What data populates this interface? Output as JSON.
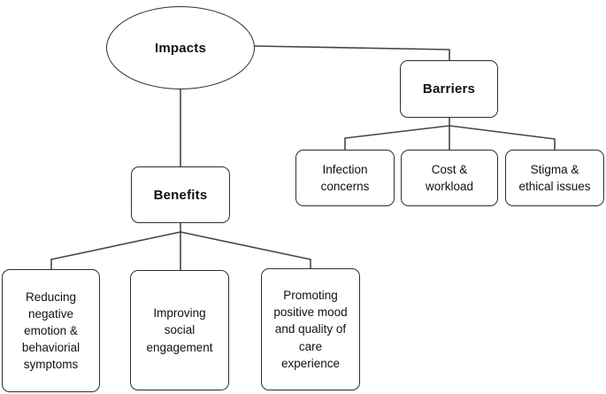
{
  "colors": {
    "background": "#ffffff",
    "node_fill": "#ffffff",
    "node_border": "#2e2e2e",
    "connector": "#454545",
    "text": "#111111"
  },
  "nodes": {
    "impacts": {
      "label": "Impacts"
    },
    "benefits": {
      "label": "Benefits"
    },
    "barriers": {
      "label": "Barriers"
    },
    "infection_concerns": {
      "label": "Infection concerns"
    },
    "cost_workload": {
      "label": "Cost & workload"
    },
    "stigma_ethical": {
      "label": "Stigma & ethical issues"
    },
    "reducing_negative": {
      "label": "Reducing negative emotion & behaviorial symptoms"
    },
    "improving_social": {
      "label": "Improving social engagement"
    },
    "promoting_positive": {
      "label": "Promoting positive mood and quality of care experience"
    }
  },
  "edges": [
    {
      "from": "Impacts",
      "to": "Barriers"
    },
    {
      "from": "Impacts",
      "to": "Benefits"
    },
    {
      "from": "Barriers",
      "to": "Infection concerns"
    },
    {
      "from": "Barriers",
      "to": "Cost & workload"
    },
    {
      "from": "Barriers",
      "to": "Stigma & ethical issues"
    },
    {
      "from": "Benefits",
      "to": "Reducing negative emotion & behaviorial symptoms"
    },
    {
      "from": "Benefits",
      "to": "Improving social engagement"
    },
    {
      "from": "Benefits",
      "to": "Promoting positive mood and quality of care experience"
    }
  ]
}
